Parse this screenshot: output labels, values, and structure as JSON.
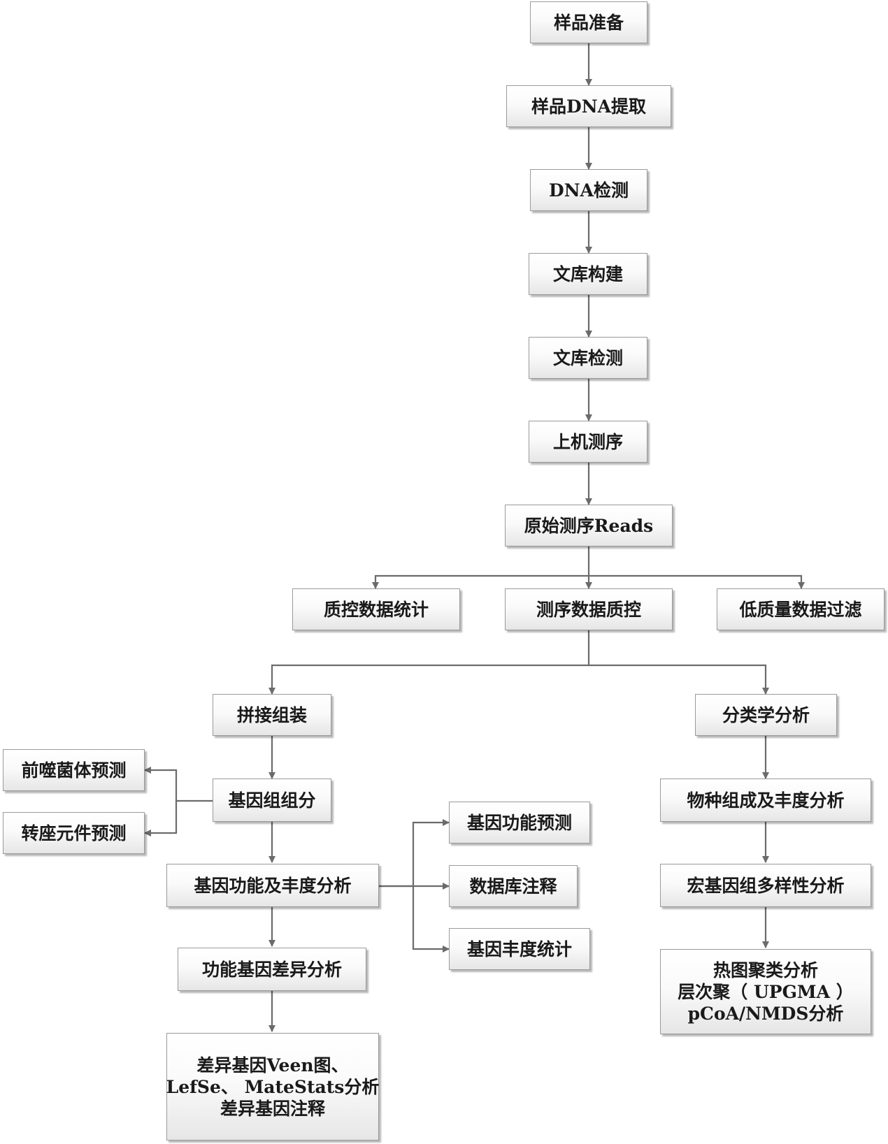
{
  "nodes": {
    "sample_prep": "样品准备",
    "dna_extract": "样品DNA提取",
    "dna_detect": "DNA检测",
    "lib_build": "文库构建",
    "lib_detect": "文库检测",
    "sequencing": "上机测序",
    "raw_reads": "原始测序Reads",
    "qc_stats": "质控数据统计",
    "seq_qc": "测序数据质控",
    "low_quality_filter": "低质量数据过滤",
    "assembly": "拼接组装",
    "taxonomy": "分类学分析",
    "phage": "前噬菌体预测",
    "genome_component": "基因组组分",
    "transposon": "转座元件预测",
    "gene_function_predict": "基因功能预测",
    "gene_func_abundance": "基因功能及丰度分析",
    "db_annotation": "数据库注释",
    "gene_abundance_stats": "基因丰度统计",
    "func_gene_diff": "功能基因差异分析",
    "diff_gene_output": [
      "差异基因Veen图、",
      "LefSe、 MateStats分析",
      "差异基因注释"
    ],
    "species_abundance": "物种组成及丰度分析",
    "metagenome_diversity": "宏基因组多样性分析",
    "cluster_output": [
      "热图聚类分析",
      "层次聚（ UPGMA ）",
      "pCoA/NMDS分析"
    ]
  }
}
